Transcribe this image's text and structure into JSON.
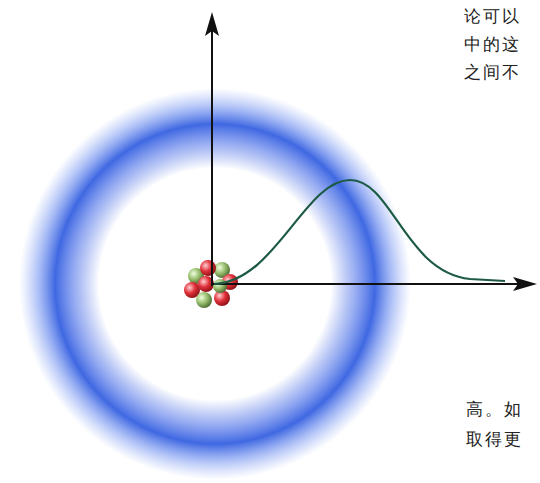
{
  "diagram": {
    "labels": [
      "论可以",
      "中的这",
      "之间不",
      "高。如",
      "取得更"
    ]
  }
}
